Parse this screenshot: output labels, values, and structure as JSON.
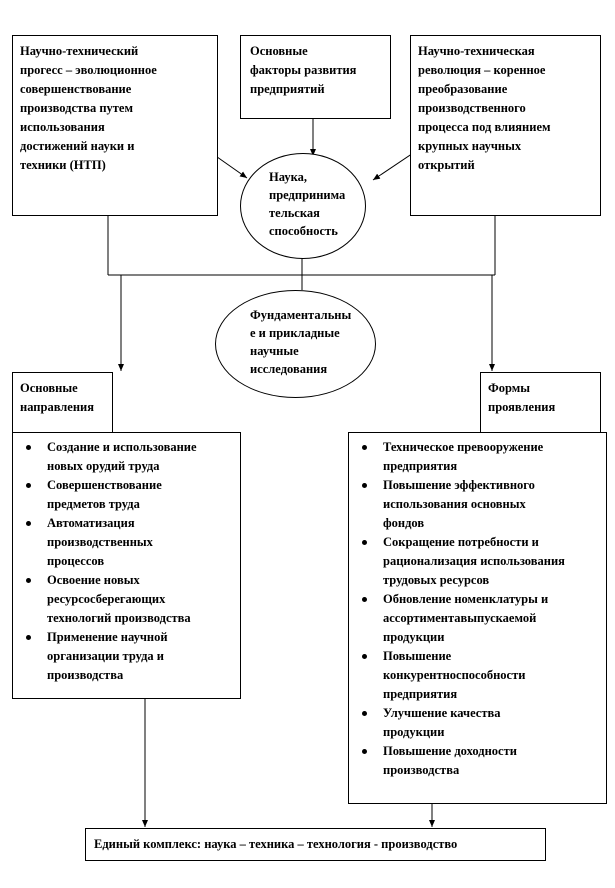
{
  "boxes": {
    "ntp": "Научно-технический\nпрогесс – эволюционное\nсовершенствование\nпроизводства путем\nиспользования\nдостижений науки и\nтехники (НТП)",
    "factors": "Основные\nфакторы  развития\nпредприятий",
    "ntr": "Научно-техническая\nреволюция – коренное\nпреобразование\nпроизводственного\nпроцесса под влиянием\nкрупных  научных\nоткрытий",
    "science": "Наука,\nпредпринима\nтельская\nспособность",
    "research": "Фундаментальны\nе и прикладные\nнаучные\nисследования",
    "directions_title": "Основные\nнаправления",
    "forms_title": "Формы\nпроявления",
    "result": "Единый комплекс:  наука – техника – технология  - производство"
  },
  "directions": [
    "Создание и использование\nновых орудий труда",
    "Совершенствование\nпредметов труда",
    "Автоматизация\nпроизводственных\nпроцессов",
    "Освоение новых\nресурсосберегающих\nтехнологий производства",
    "Применение научной\nорганизации труда и\nпроизводства"
  ],
  "forms": [
    "Техническое превооружение\nпредприятия",
    "Повышение эффективного\nиспользования основных\nфондов",
    "Сокращение потребности и\nрационализация использования\nтрудовых ресурсов",
    "Обновление номенклатуры и\nассортиментавыпускаемой\nпродукции",
    "Повышение\nконкурентноспособности\nпредприятия",
    "Улучшение качества\nпродукции",
    "Повышение доходности\nпроизводства"
  ]
}
